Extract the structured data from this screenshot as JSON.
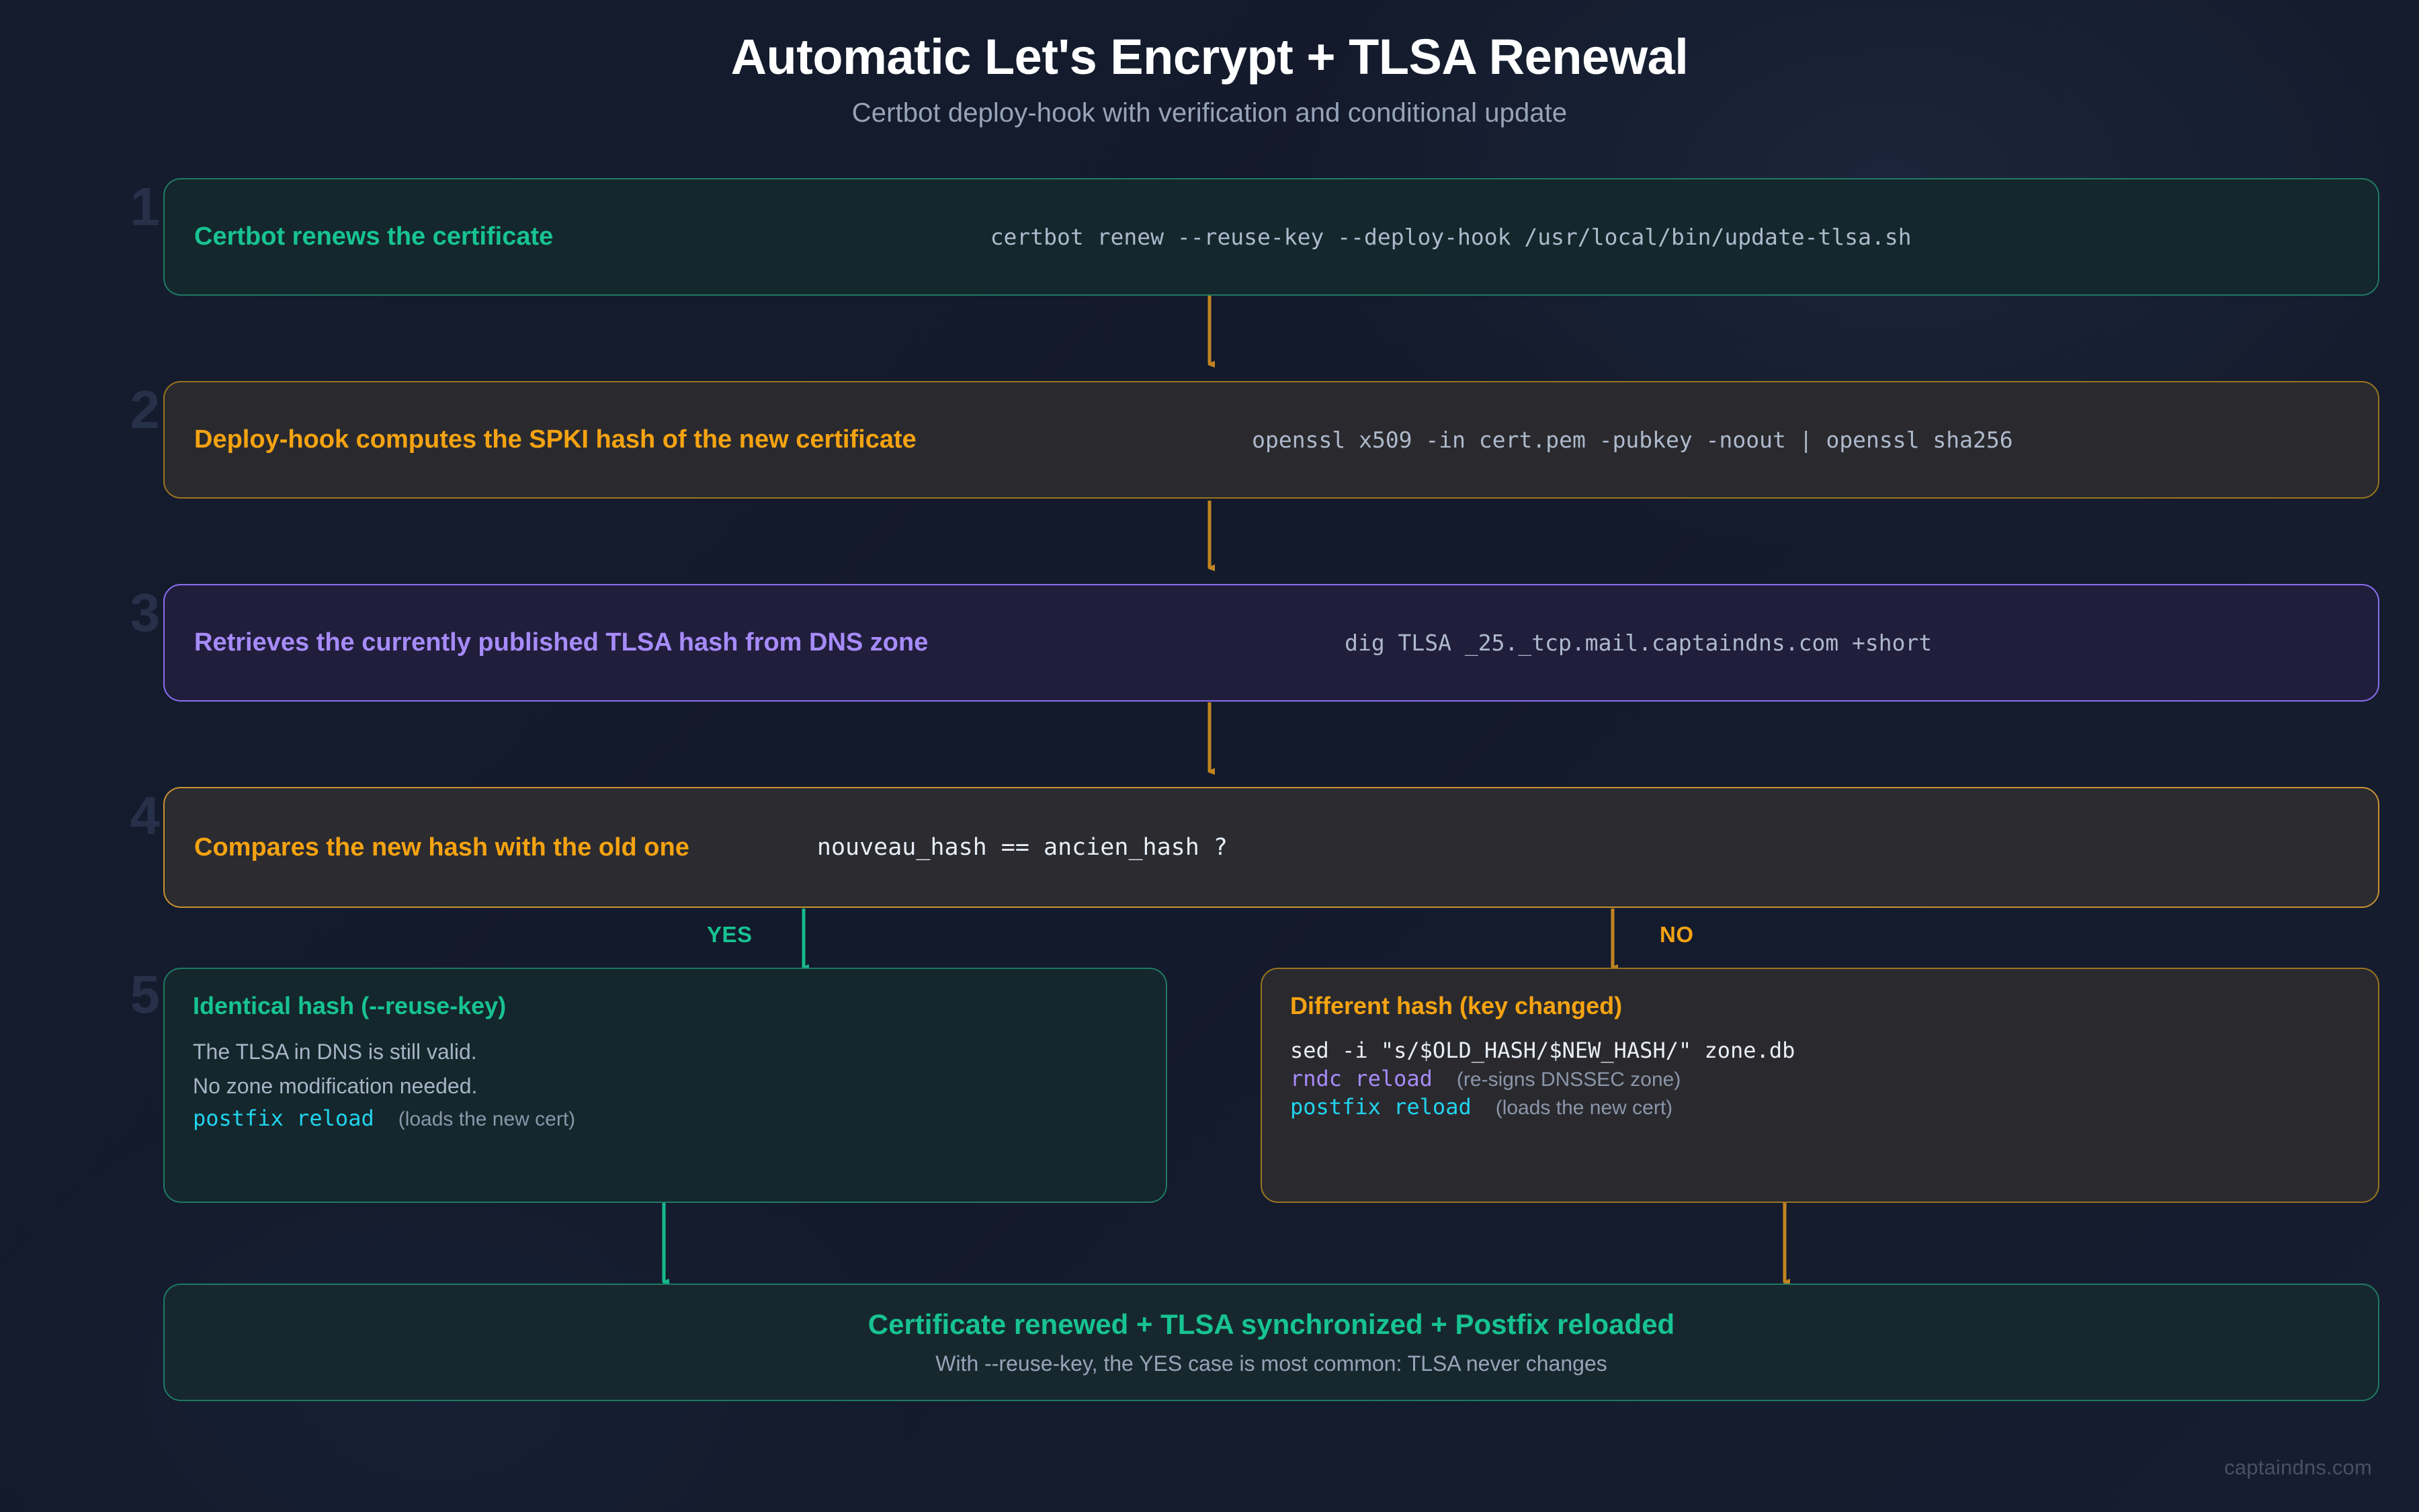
{
  "header": {
    "title": "Automatic Let's Encrypt + TLSA Renewal",
    "subtitle": "Certbot deploy-hook with verification and conditional update"
  },
  "steps": [
    {
      "number": "1",
      "title": "Certbot renews the certificate",
      "command": "certbot renew --reuse-key --deploy-hook /usr/local/bin/update-tlsa.sh"
    },
    {
      "number": "2",
      "title": "Deploy-hook computes the SPKI hash of the new certificate",
      "command": "openssl x509 -in cert.pem -pubkey -noout | openssl sha256"
    },
    {
      "number": "3",
      "title": "Retrieves the currently published TLSA hash from DNS zone",
      "command": "dig TLSA _25._tcp.mail.captaindns.com +short"
    },
    {
      "number": "4",
      "title": "Compares the new hash with the old one",
      "command": "nouveau_hash == ancien_hash ?"
    }
  ],
  "branch_step_number": "5",
  "branch_labels": {
    "yes": "YES",
    "no": "NO"
  },
  "branches": {
    "yes": {
      "title": "Identical hash (--reuse-key)",
      "line1": "The TLSA in DNS is still valid.",
      "line2": "No zone modification needed.",
      "code": "postfix reload",
      "note": "(loads the new cert)"
    },
    "no": {
      "title": "Different hash (key changed)",
      "code1": "sed -i \"s/$OLD_HASH/$NEW_HASH/\" zone.db",
      "code2": "rndc reload",
      "note2": "(re-signs DNSSEC zone)",
      "code3": "postfix reload",
      "note3": "(loads the new cert)"
    }
  },
  "final": {
    "title": "Certificate renewed + TLSA synchronized + Postfix reloaded",
    "subtitle": "With --reuse-key, the YES case is most common: TLSA never changes"
  },
  "watermark": "captaindns.com",
  "colors": {
    "background": "#141b2d",
    "green": "#17c391",
    "amber": "#f5a312",
    "purple": "#a78bfa",
    "cyan": "#22d3ee",
    "arrow_amber": "#c08421",
    "arrow_green": "#17b98b",
    "muted": "#97a3b8"
  }
}
